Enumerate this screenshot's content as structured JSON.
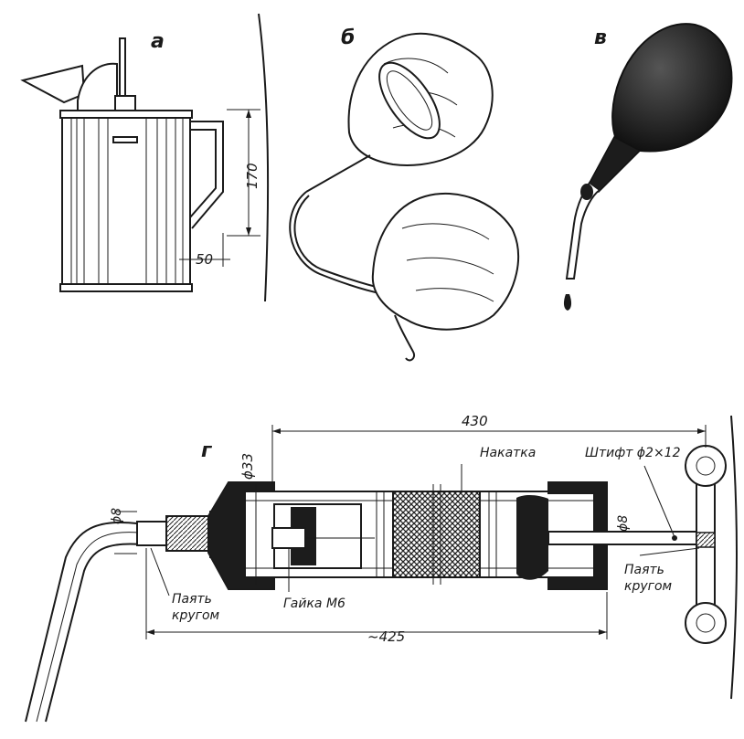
{
  "panels": {
    "a": {
      "letter": "а",
      "height_dim": "170",
      "width_dim": "50"
    },
    "b": {
      "letter": "б"
    },
    "v": {
      "letter": "в"
    },
    "g": {
      "letter": "г",
      "length_top": "430",
      "length_bottom": "~425",
      "dia_body": "ϕ33",
      "dia_tube": "ϕ8",
      "dia_rod": "ϕ8",
      "knurl_label": "Накатка",
      "pin_label": "Штифт ϕ2×12",
      "nut_label": "Гайка М6",
      "solder_left_1": "Паять",
      "solder_left_2": "кругом",
      "solder_right_1": "Паять",
      "solder_right_2": "кругом"
    }
  },
  "colors": {
    "ink": "#1a1a1a",
    "paper": "#ffffff"
  }
}
